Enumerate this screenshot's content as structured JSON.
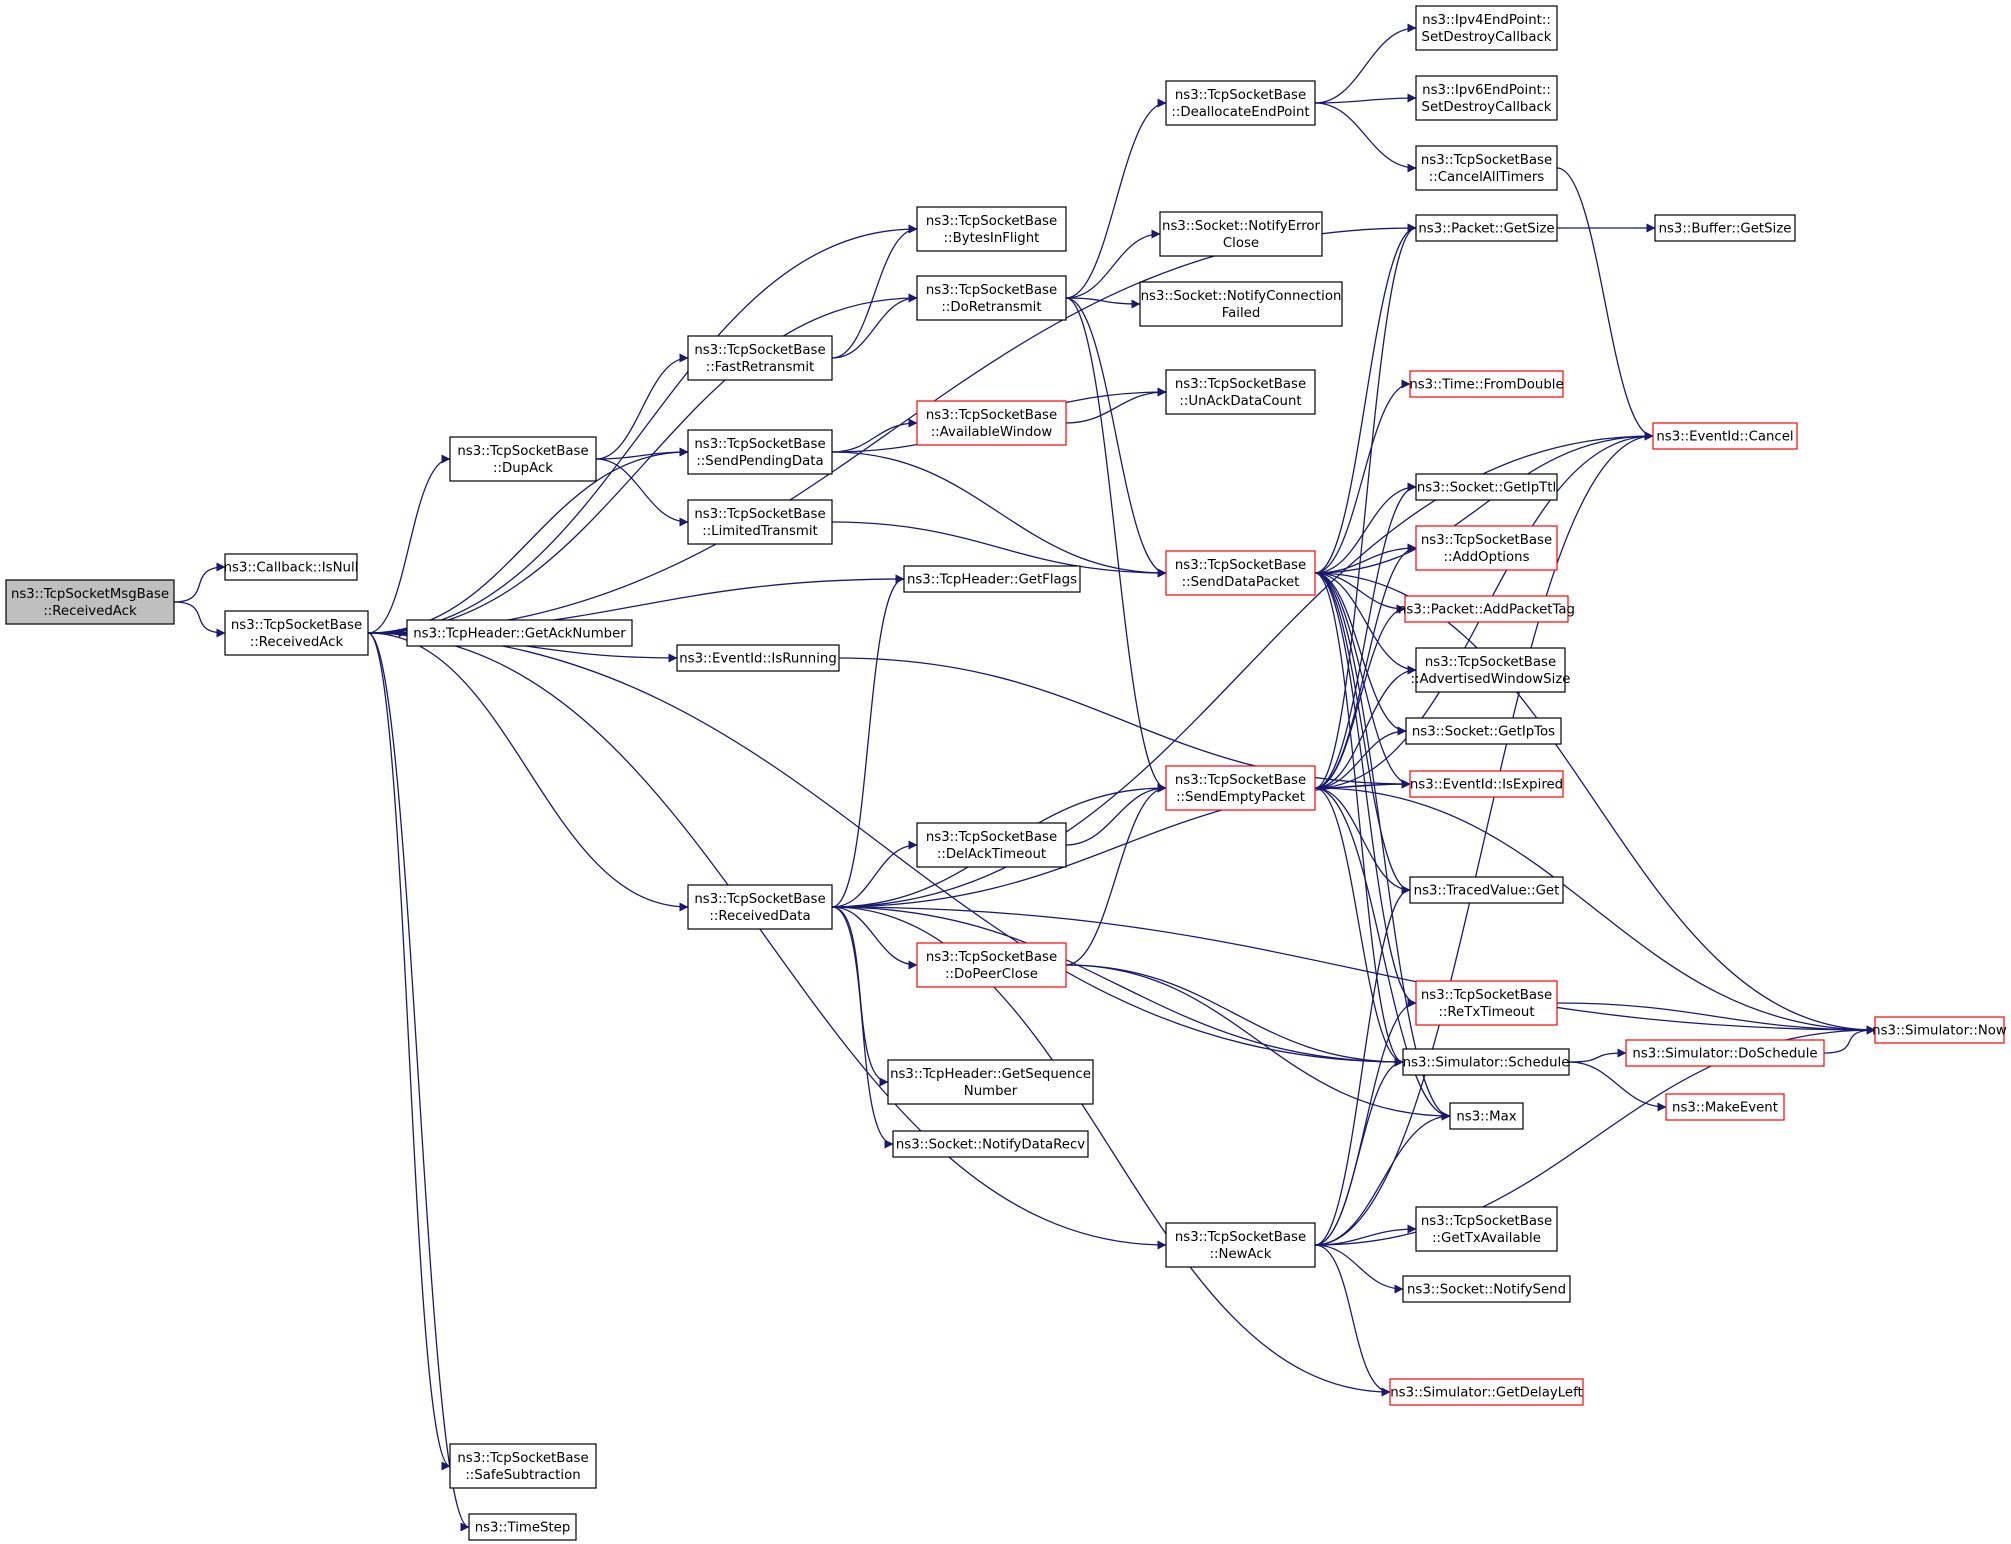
{
  "nodes": [
    {
      "id": "root",
      "lines": [
        "ns3::TcpSocketMsgBase",
        "::ReceivedAck"
      ],
      "style": "gray"
    },
    {
      "id": "isnull",
      "lines": [
        "ns3::Callback::IsNull"
      ],
      "style": "black"
    },
    {
      "id": "recvack",
      "lines": [
        "ns3::TcpSocketBase",
        "::ReceivedAck"
      ],
      "style": "black"
    },
    {
      "id": "dupack",
      "lines": [
        "ns3::TcpSocketBase",
        "::DupAck"
      ],
      "style": "black"
    },
    {
      "id": "getacknum",
      "lines": [
        "ns3::TcpHeader::GetAckNumber"
      ],
      "style": "black"
    },
    {
      "id": "isrunning",
      "lines": [
        "ns3::EventId::IsRunning"
      ],
      "style": "black"
    },
    {
      "id": "getflags",
      "lines": [
        "ns3::TcpHeader::GetFlags"
      ],
      "style": "black"
    },
    {
      "id": "recvdata",
      "lines": [
        "ns3::TcpSocketBase",
        "::ReceivedData"
      ],
      "style": "black"
    },
    {
      "id": "safesub",
      "lines": [
        "ns3::TcpSocketBase",
        "::SafeSubtraction"
      ],
      "style": "black"
    },
    {
      "id": "timestep",
      "lines": [
        "ns3::TimeStep"
      ],
      "style": "black"
    },
    {
      "id": "fastretx",
      "lines": [
        "ns3::TcpSocketBase",
        "::FastRetransmit"
      ],
      "style": "black"
    },
    {
      "id": "sendpending",
      "lines": [
        "ns3::TcpSocketBase",
        "::SendPendingData"
      ],
      "style": "black"
    },
    {
      "id": "limitedtx",
      "lines": [
        "ns3::TcpSocketBase",
        "::LimitedTransmit"
      ],
      "style": "black"
    },
    {
      "id": "bytesinflight",
      "lines": [
        "ns3::TcpSocketBase",
        "::BytesInFlight"
      ],
      "style": "black"
    },
    {
      "id": "doretx",
      "lines": [
        "ns3::TcpSocketBase",
        "::DoRetransmit"
      ],
      "style": "black"
    },
    {
      "id": "availwin",
      "lines": [
        "ns3::TcpSocketBase",
        "::AvailableWindow"
      ],
      "style": "red"
    },
    {
      "id": "delacktimeout",
      "lines": [
        "ns3::TcpSocketBase",
        "::DelAckTimeout"
      ],
      "style": "black"
    },
    {
      "id": "dopeerclose",
      "lines": [
        "ns3::TcpSocketBase",
        "::DoPeerClose"
      ],
      "style": "red"
    },
    {
      "id": "getseqnum",
      "lines": [
        "ns3::TcpHeader::GetSequence",
        "Number"
      ],
      "style": "black"
    },
    {
      "id": "notifydatarecv",
      "lines": [
        "ns3::Socket::NotifyDataRecv"
      ],
      "style": "black"
    },
    {
      "id": "deallocep",
      "lines": [
        "ns3::TcpSocketBase",
        "::DeallocateEndPoint"
      ],
      "style": "black"
    },
    {
      "id": "notifyerrclose",
      "lines": [
        "ns3::Socket::NotifyError",
        "Close"
      ],
      "style": "black"
    },
    {
      "id": "notifyconnfail",
      "lines": [
        "ns3::Socket::NotifyConnection",
        "Failed"
      ],
      "style": "black"
    },
    {
      "id": "unackdata",
      "lines": [
        "ns3::TcpSocketBase",
        "::UnAckDataCount"
      ],
      "style": "black"
    },
    {
      "id": "senddatapkt",
      "lines": [
        "ns3::TcpSocketBase",
        "::SendDataPacket"
      ],
      "style": "red"
    },
    {
      "id": "sendemptypkt",
      "lines": [
        "ns3::TcpSocketBase",
        "::SendEmptyPacket"
      ],
      "style": "red"
    },
    {
      "id": "newack",
      "lines": [
        "ns3::TcpSocketBase",
        "::NewAck"
      ],
      "style": "black"
    },
    {
      "id": "ipv4ep",
      "lines": [
        "ns3::Ipv4EndPoint::",
        "SetDestroyCallback"
      ],
      "style": "black"
    },
    {
      "id": "ipv6ep",
      "lines": [
        "ns3::Ipv6EndPoint::",
        "SetDestroyCallback"
      ],
      "style": "black"
    },
    {
      "id": "cancelall",
      "lines": [
        "ns3::TcpSocketBase",
        "::CancelAllTimers"
      ],
      "style": "black"
    },
    {
      "id": "pktgetsize",
      "lines": [
        "ns3::Packet::GetSize"
      ],
      "style": "black"
    },
    {
      "id": "fromdouble",
      "lines": [
        "ns3::Time::FromDouble"
      ],
      "style": "red"
    },
    {
      "id": "getipttl",
      "lines": [
        "ns3::Socket::GetIpTtl"
      ],
      "style": "black"
    },
    {
      "id": "addoptions",
      "lines": [
        "ns3::TcpSocketBase",
        "::AddOptions"
      ],
      "style": "red"
    },
    {
      "id": "addpkttag",
      "lines": [
        "ns3::Packet::AddPacketTag"
      ],
      "style": "red"
    },
    {
      "id": "advwinsize",
      "lines": [
        "ns3::TcpSocketBase",
        "::AdvertisedWindowSize"
      ],
      "style": "black"
    },
    {
      "id": "getiptos",
      "lines": [
        "ns3::Socket::GetIpTos"
      ],
      "style": "black"
    },
    {
      "id": "isexpired",
      "lines": [
        "ns3::EventId::IsExpired"
      ],
      "style": "red"
    },
    {
      "id": "tracedget",
      "lines": [
        "ns3::TracedValue::Get"
      ],
      "style": "black"
    },
    {
      "id": "retxtimeout",
      "lines": [
        "ns3::TcpSocketBase",
        "::ReTxTimeout"
      ],
      "style": "red"
    },
    {
      "id": "schedule",
      "lines": [
        "ns3::Simulator::Schedule"
      ],
      "style": "black"
    },
    {
      "id": "max",
      "lines": [
        "ns3::Max"
      ],
      "style": "black"
    },
    {
      "id": "gettxavail",
      "lines": [
        "ns3::TcpSocketBase",
        "::GetTxAvailable"
      ],
      "style": "black"
    },
    {
      "id": "notifysend",
      "lines": [
        "ns3::Socket::NotifySend"
      ],
      "style": "black"
    },
    {
      "id": "getdelayleft",
      "lines": [
        "ns3::Simulator::GetDelayLeft"
      ],
      "style": "red"
    },
    {
      "id": "bufgetsize",
      "lines": [
        "ns3::Buffer::GetSize"
      ],
      "style": "black"
    },
    {
      "id": "evcancel",
      "lines": [
        "ns3::EventId::Cancel"
      ],
      "style": "red"
    },
    {
      "id": "doschedule",
      "lines": [
        "ns3::Simulator::DoSchedule"
      ],
      "style": "red"
    },
    {
      "id": "makeevent",
      "lines": [
        "ns3::MakeEvent"
      ],
      "style": "red"
    },
    {
      "id": "simnow",
      "lines": [
        "ns3::Simulator::Now"
      ],
      "style": "red"
    }
  ],
  "edges": [
    {
      "from": "root",
      "to": "isnull"
    },
    {
      "from": "root",
      "to": "recvack"
    },
    {
      "from": "recvack",
      "to": "pktgetsize"
    },
    {
      "from": "recvack",
      "to": "bytesinflight"
    },
    {
      "from": "recvack",
      "to": "doretx"
    },
    {
      "from": "recvack",
      "to": "dupack"
    },
    {
      "from": "recvack",
      "to": "sendpending"
    },
    {
      "from": "recvack",
      "to": "getflags"
    },
    {
      "from": "recvack",
      "to": "getacknum"
    },
    {
      "from": "recvack",
      "to": "isrunning"
    },
    {
      "from": "recvack",
      "to": "recvdata"
    },
    {
      "from": "recvack",
      "to": "schedule"
    },
    {
      "from": "recvack",
      "to": "newack"
    },
    {
      "from": "recvack",
      "to": "safesub"
    },
    {
      "from": "recvack",
      "to": "timestep"
    },
    {
      "from": "dupack",
      "to": "fastretx"
    },
    {
      "from": "dupack",
      "to": "sendpending"
    },
    {
      "from": "dupack",
      "to": "limitedtx"
    },
    {
      "from": "fastretx",
      "to": "bytesinflight"
    },
    {
      "from": "fastretx",
      "to": "doretx"
    },
    {
      "from": "sendpending",
      "to": "unackdata"
    },
    {
      "from": "sendpending",
      "to": "availwin"
    },
    {
      "from": "sendpending",
      "to": "senddatapkt"
    },
    {
      "from": "availwin",
      "to": "unackdata"
    },
    {
      "from": "limitedtx",
      "to": "senddatapkt"
    },
    {
      "from": "isrunning",
      "to": "isexpired"
    },
    {
      "from": "doretx",
      "to": "deallocep"
    },
    {
      "from": "doretx",
      "to": "notifyerrclose"
    },
    {
      "from": "doretx",
      "to": "notifyconnfail"
    },
    {
      "from": "doretx",
      "to": "senddatapkt"
    },
    {
      "from": "doretx",
      "to": "sendemptypkt"
    },
    {
      "from": "deallocep",
      "to": "ipv4ep"
    },
    {
      "from": "deallocep",
      "to": "ipv6ep"
    },
    {
      "from": "deallocep",
      "to": "cancelall"
    },
    {
      "from": "cancelall",
      "to": "evcancel"
    },
    {
      "from": "pktgetsize",
      "to": "bufgetsize"
    },
    {
      "from": "recvdata",
      "to": "getflags"
    },
    {
      "from": "recvdata",
      "to": "evcancel"
    },
    {
      "from": "recvdata",
      "to": "sendemptypkt"
    },
    {
      "from": "recvdata",
      "to": "delacktimeout"
    },
    {
      "from": "recvdata",
      "to": "isexpired"
    },
    {
      "from": "recvdata",
      "to": "dopeerclose"
    },
    {
      "from": "recvdata",
      "to": "schedule"
    },
    {
      "from": "recvdata",
      "to": "getseqnum"
    },
    {
      "from": "recvdata",
      "to": "notifydatarecv"
    },
    {
      "from": "recvdata",
      "to": "getdelayleft"
    },
    {
      "from": "recvdata",
      "to": "simnow"
    },
    {
      "from": "delacktimeout",
      "to": "sendemptypkt"
    },
    {
      "from": "dopeerclose",
      "to": "sendemptypkt"
    },
    {
      "from": "dopeerclose",
      "to": "schedule"
    },
    {
      "from": "dopeerclose",
      "to": "max"
    },
    {
      "from": "senddatapkt",
      "to": "pktgetsize"
    },
    {
      "from": "senddatapkt",
      "to": "fromdouble"
    },
    {
      "from": "senddatapkt",
      "to": "evcancel"
    },
    {
      "from": "senddatapkt",
      "to": "getipttl"
    },
    {
      "from": "senddatapkt",
      "to": "addoptions"
    },
    {
      "from": "senddatapkt",
      "to": "addpkttag"
    },
    {
      "from": "senddatapkt",
      "to": "advwinsize"
    },
    {
      "from": "senddatapkt",
      "to": "getiptos"
    },
    {
      "from": "senddatapkt",
      "to": "isexpired"
    },
    {
      "from": "senddatapkt",
      "to": "tracedget"
    },
    {
      "from": "senddatapkt",
      "to": "retxtimeout"
    },
    {
      "from": "senddatapkt",
      "to": "schedule"
    },
    {
      "from": "senddatapkt",
      "to": "max"
    },
    {
      "from": "senddatapkt",
      "to": "simnow"
    },
    {
      "from": "sendemptypkt",
      "to": "pktgetsize"
    },
    {
      "from": "sendemptypkt",
      "to": "getipttl"
    },
    {
      "from": "sendemptypkt",
      "to": "addoptions"
    },
    {
      "from": "sendemptypkt",
      "to": "addpkttag"
    },
    {
      "from": "sendemptypkt",
      "to": "advwinsize"
    },
    {
      "from": "sendemptypkt",
      "to": "getiptos"
    },
    {
      "from": "sendemptypkt",
      "to": "isexpired"
    },
    {
      "from": "sendemptypkt",
      "to": "evcancel"
    },
    {
      "from": "sendemptypkt",
      "to": "tracedget"
    },
    {
      "from": "sendemptypkt",
      "to": "schedule"
    },
    {
      "from": "sendemptypkt",
      "to": "max"
    },
    {
      "from": "sendemptypkt",
      "to": "simnow"
    },
    {
      "from": "newack",
      "to": "tracedget"
    },
    {
      "from": "newack",
      "to": "retxtimeout"
    },
    {
      "from": "newack",
      "to": "schedule"
    },
    {
      "from": "newack",
      "to": "max"
    },
    {
      "from": "newack",
      "to": "evcancel"
    },
    {
      "from": "newack",
      "to": "gettxavail"
    },
    {
      "from": "newack",
      "to": "notifysend"
    },
    {
      "from": "newack",
      "to": "getdelayleft"
    },
    {
      "from": "newack",
      "to": "simnow"
    },
    {
      "from": "retxtimeout",
      "to": "simnow"
    },
    {
      "from": "schedule",
      "to": "doschedule"
    },
    {
      "from": "schedule",
      "to": "makeevent"
    },
    {
      "from": "doschedule",
      "to": "simnow"
    }
  ]
}
